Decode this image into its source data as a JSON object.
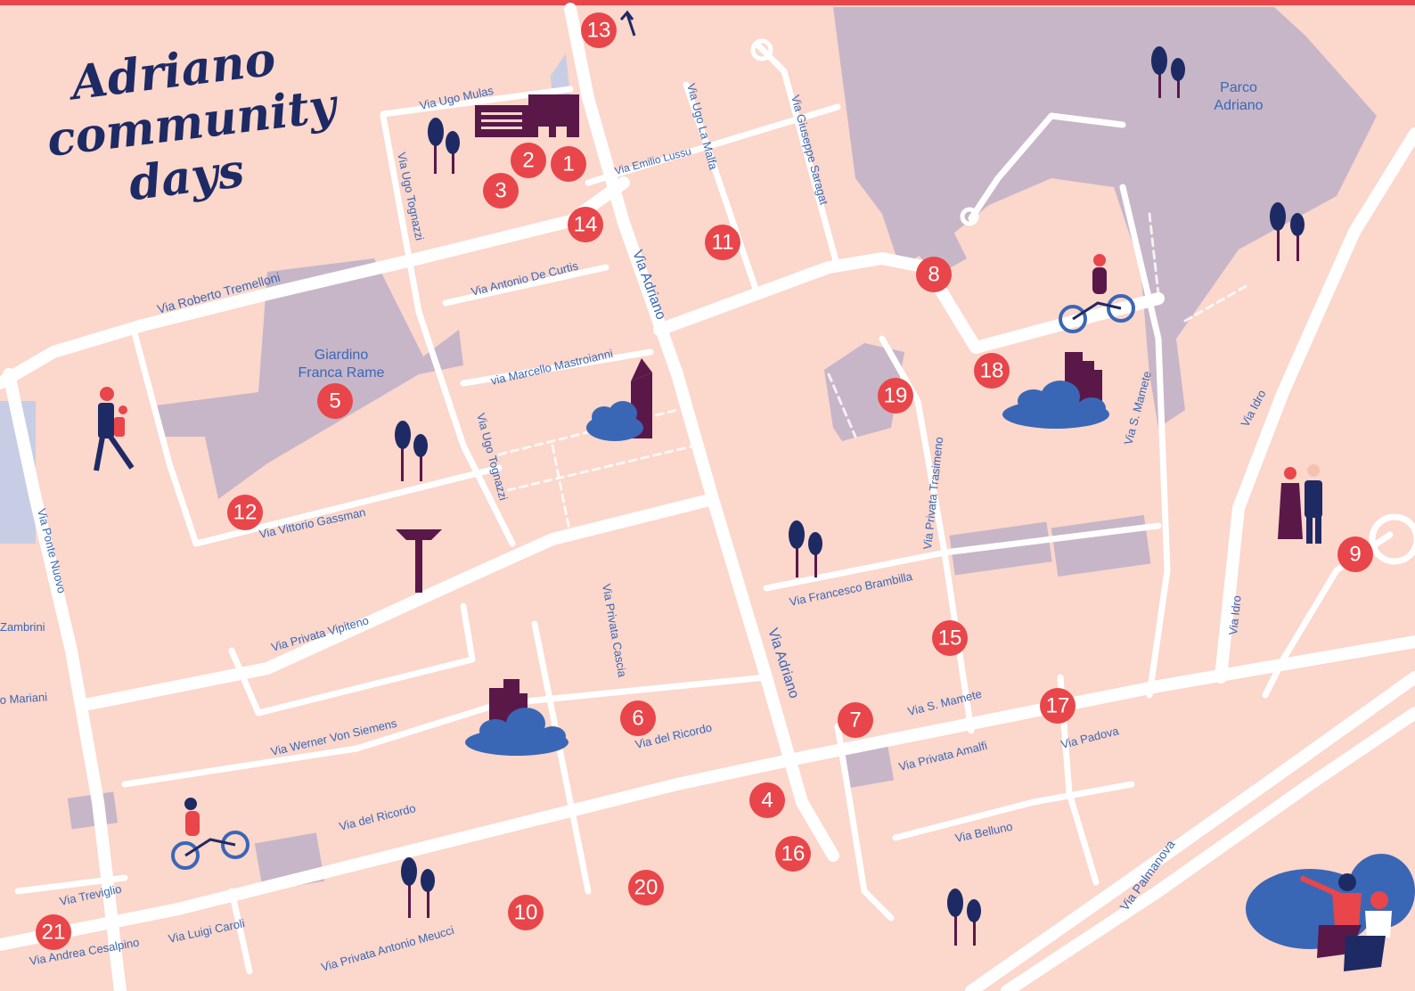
{
  "title": {
    "line1": "Adriano",
    "line2": "community",
    "line3": "days"
  },
  "colors": {
    "background": "#fbd7cc",
    "road": "#ffffff",
    "park": "#c7b6c8",
    "marker": "#e8464a",
    "street_label": "#3a67b5",
    "title": "#1e2a64",
    "accent_purple": "#5a1848",
    "cloud": "#3a67b5"
  },
  "parks": [
    {
      "id": "giardino",
      "label_line1": "Giardino",
      "label_line2": "Franca Rame"
    },
    {
      "id": "parco",
      "label_line1": "Parco",
      "label_line2": "Adriano"
    }
  ],
  "streets": [
    {
      "name": "Via Ugo Mulas"
    },
    {
      "name": "Via Ugo Tognazzi"
    },
    {
      "name": "Via Ugo Tognazzi"
    },
    {
      "name": "Via Emilio Lussu"
    },
    {
      "name": "Via Ugo La Malfa"
    },
    {
      "name": "Via Giuseppe Saragat"
    },
    {
      "name": "Via Roberto Tremelloni"
    },
    {
      "name": "Via Antonio De Curtis"
    },
    {
      "name": "Via Adriano"
    },
    {
      "name": "via Marcello Mastroianni"
    },
    {
      "name": "Via Vittorio Gassman"
    },
    {
      "name": "Via Privata Vipiteno"
    },
    {
      "name": "Via Ponte Nuovo"
    },
    {
      "name": "Zambrini"
    },
    {
      "name": "o Mariani"
    },
    {
      "name": "Via Werner Von Siemens"
    },
    {
      "name": "Via del Ricordo"
    },
    {
      "name": "Via del Ricordo"
    },
    {
      "name": "Via Privata Cascia"
    },
    {
      "name": "Via Adriano"
    },
    {
      "name": "Via Francesco Brambilla"
    },
    {
      "name": "Via Privata Trasimeno"
    },
    {
      "name": "Via S. Mamete"
    },
    {
      "name": "Via S. Mamete"
    },
    {
      "name": "Via Privata Amalfi"
    },
    {
      "name": "Via  Padova"
    },
    {
      "name": "Via Belluno"
    },
    {
      "name": "Via Palmanova"
    },
    {
      "name": "Via Idro"
    },
    {
      "name": "Via Idro"
    },
    {
      "name": "Via Treviglio"
    },
    {
      "name": "Via Andrea Cesalpino"
    },
    {
      "name": "Via Luigi Caroli"
    },
    {
      "name": "Via Privata Antonio Meucci"
    }
  ],
  "markers": [
    {
      "label": "1"
    },
    {
      "label": "2"
    },
    {
      "label": "3"
    },
    {
      "label": "4"
    },
    {
      "label": "5"
    },
    {
      "label": "6"
    },
    {
      "label": "7"
    },
    {
      "label": "8"
    },
    {
      "label": "9"
    },
    {
      "label": "10"
    },
    {
      "label": "11"
    },
    {
      "label": "12"
    },
    {
      "label": "13"
    },
    {
      "label": "14"
    },
    {
      "label": "15"
    },
    {
      "label": "16"
    },
    {
      "label": "17"
    },
    {
      "label": "18"
    },
    {
      "label": "19"
    },
    {
      "label": "20"
    },
    {
      "label": "21"
    }
  ],
  "icons": [
    "tree-icon",
    "cyclist-icon",
    "pedestrian-icon",
    "couple-icon",
    "people-pointing-icon",
    "building-icon",
    "tower-icon",
    "statue-icon",
    "cloud-icon",
    "arrow-up-icon"
  ]
}
